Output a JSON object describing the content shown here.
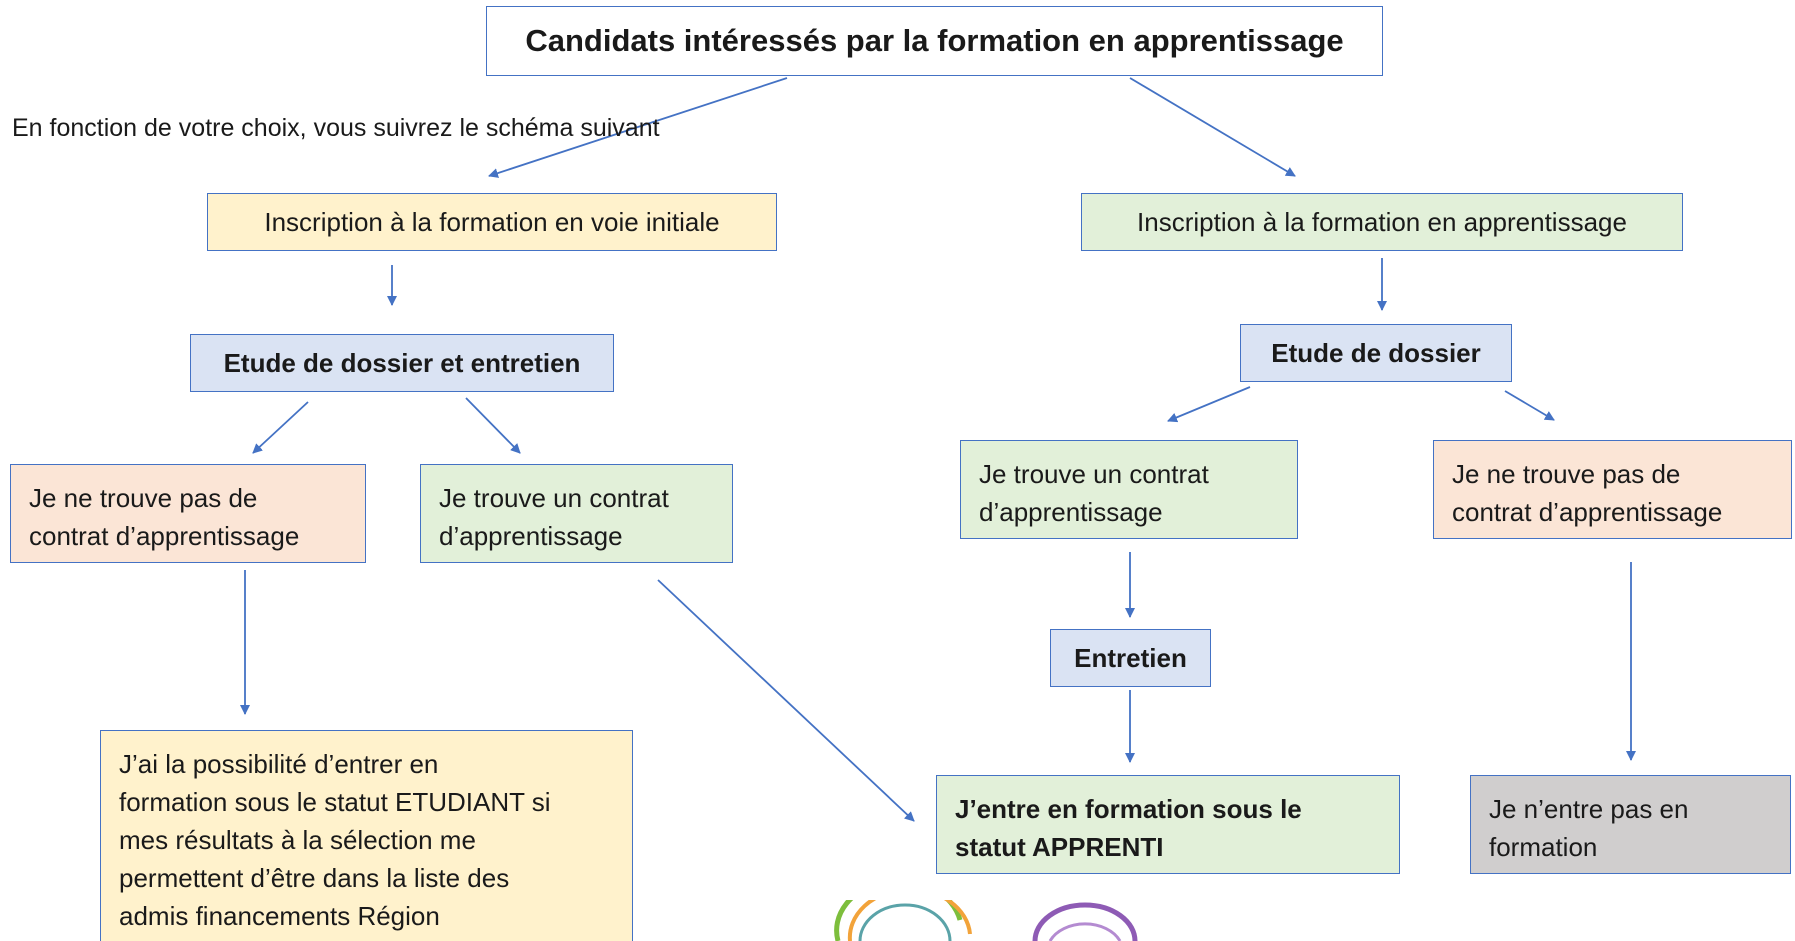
{
  "title": "Candidats intéressés par la formation en apprentissage",
  "subtitle": "En fonction de votre choix, vous suivrez le schéma suivant",
  "left": {
    "registration": "Inscription à la formation en voie initiale",
    "selection": "Etude de dossier et entretien",
    "no_contract": [
      "Je ne trouve pas de",
      "contrat d’apprentissage"
    ],
    "contract": [
      "Je trouve un contrat",
      "d’apprentissage"
    ],
    "student_outcome": [
      "J’ai la possibilité d’entrer en",
      "formation sous le statut ETUDIANT si",
      "mes résultats à la sélection me",
      "permettent d’être dans la liste des",
      "admis financements Région"
    ]
  },
  "right": {
    "registration": "Inscription à la formation en apprentissage",
    "selection": "Etude de dossier",
    "contract": [
      "Je trouve un contrat",
      "d’apprentissage"
    ],
    "no_contract": [
      "Je ne trouve pas de",
      "contrat d’apprentissage"
    ],
    "interview": "Entretien",
    "no_entry": [
      "Je n’entre pas en",
      "formation"
    ]
  },
  "apprentice_outcome": [
    "J’entre en formation sous le",
    "statut APPRENTI"
  ],
  "colors": {
    "border": "#4472C4",
    "arrow": "#4472C4",
    "yellow": "#FFF2CC",
    "green": "#E2F0D9",
    "blue": "#DAE3F3",
    "peach": "#FBE5D6",
    "grey": "#D0CECE"
  }
}
